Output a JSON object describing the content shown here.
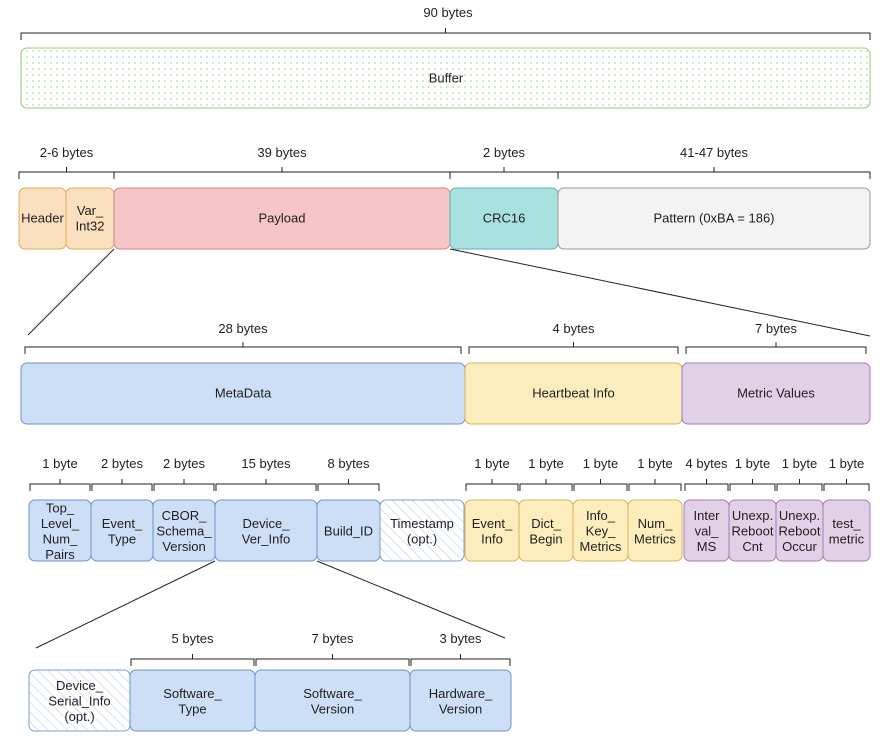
{
  "buffer": {
    "size": "90 bytes",
    "label": "Buffer"
  },
  "frame": [
    {
      "label": "Header"
    },
    {
      "label": "Var_\nInt32"
    },
    {
      "label": "Payload"
    },
    {
      "label": "CRC16"
    },
    {
      "label": "Pattern (0xBA = 186)"
    }
  ],
  "frame_sizes": [
    "2-6 bytes",
    "39 bytes",
    "2 bytes",
    "41-47 bytes"
  ],
  "payload_parts": [
    {
      "label": "MetaData",
      "size": "28 bytes"
    },
    {
      "label": "Heartbeat Info",
      "size": "4 bytes"
    },
    {
      "label": "Metric Values",
      "size": "7 bytes"
    }
  ],
  "fields": [
    {
      "label": "Top_\nLevel_\nNum_\nPairs",
      "size": "1 byte"
    },
    {
      "label": "Event_\nType",
      "size": "2 bytes"
    },
    {
      "label": "CBOR_\nSchema_\nVersion",
      "size": "2 bytes"
    },
    {
      "label": "Device_\nVer_Info",
      "size": "15 bytes"
    },
    {
      "label": "Build_ID",
      "size": "8 bytes"
    },
    {
      "label": "Timestamp\n(opt.)",
      "size": ""
    },
    {
      "label": "Event_\nInfo",
      "size": "1 byte"
    },
    {
      "label": "Dict_\nBegin",
      "size": "1 byte"
    },
    {
      "label": "Info_\nKey_\nMetrics",
      "size": "1 byte"
    },
    {
      "label": "Num_\nMetrics",
      "size": "1 byte"
    },
    {
      "label": "Inter\nval_\nMS",
      "size": "4 bytes"
    },
    {
      "label": "Unexp.\nReboot\nCnt",
      "size": "1 byte"
    },
    {
      "label": "Unexp.\nReboot\nOccur",
      "size": "1 byte"
    },
    {
      "label": "test_\nmetric",
      "size": "1 byte"
    }
  ],
  "device_parts": [
    {
      "label": "Device_\nSerial_Info\n(opt.)",
      "size": ""
    },
    {
      "label": "Software_\nType",
      "size": "5 bytes"
    },
    {
      "label": "Software_\nVersion",
      "size": "7 bytes"
    },
    {
      "label": "Hardware_\nVersion",
      "size": "3 bytes"
    }
  ]
}
